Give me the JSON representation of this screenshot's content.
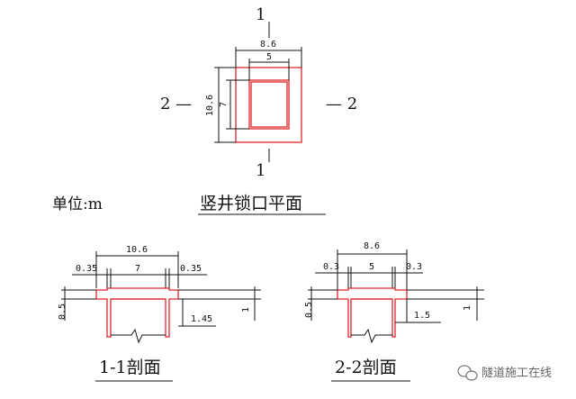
{
  "plan": {
    "title": "竖井锁口平面",
    "unit_label": "单位:m",
    "outer_width": "8.6",
    "inner_width": "5",
    "outer_height": "10.6",
    "inner_height": "7",
    "mark_1_top": "1",
    "mark_1_bottom": "1",
    "mark_2_left": "2 —",
    "mark_2_right": "— 2"
  },
  "section_1": {
    "title": "1-1剖面",
    "total_width": "10.6",
    "left_wall": "0.35",
    "inner_width": "7",
    "right_wall": "0.35",
    "collar_height": "0.5",
    "ground_offset": "1",
    "depth": "1.45"
  },
  "section_2": {
    "title": "2-2剖面",
    "total_width": "8.6",
    "left_wall": "0.3",
    "inner_width": "5",
    "right_wall": "0.3",
    "collar_height": "0.5",
    "ground_offset": "1",
    "depth": "1.5"
  },
  "watermark": {
    "text": "隧道施工在线",
    "icon": "wechat-icon"
  },
  "colors": {
    "structure": "#e0262a",
    "lines": "#111111"
  }
}
